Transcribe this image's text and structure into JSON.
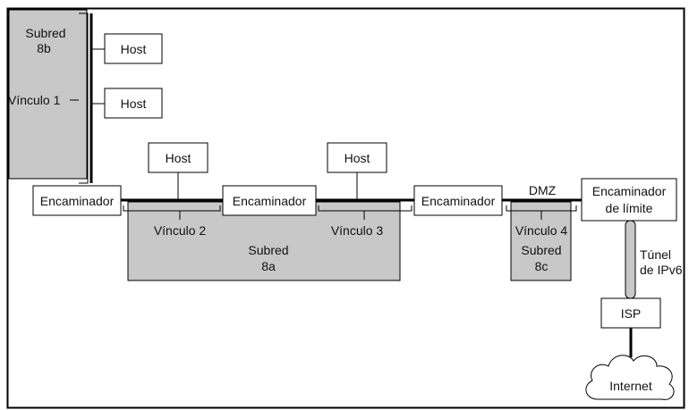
{
  "diagram": {
    "subnet_8b": {
      "line1": "Subred",
      "line2": "8b"
    },
    "subnet_8a": {
      "line1": "Subred",
      "line2": "8a"
    },
    "subnet_8c": {
      "line1": "Subred",
      "line2": "8c"
    },
    "link_1": "Vínculo 1",
    "link_2": "Vínculo 2",
    "link_3": "Vínculo 3",
    "link_4": "Vínculo 4",
    "host_label": "Host",
    "router_label": "Encaminador",
    "border_router": {
      "line1": "Encaminador",
      "line2": "de límite"
    },
    "dmz_label": "DMZ",
    "tunnel": {
      "line1": "Túnel",
      "line2": "de IPv6"
    },
    "isp_label": "ISP",
    "internet_label": "Internet",
    "colors": {
      "subnet_fill": "#c8c8c8",
      "box_fill": "#ffffff",
      "line": "#000000",
      "tunnel_fill": "#c8c8c8"
    }
  }
}
